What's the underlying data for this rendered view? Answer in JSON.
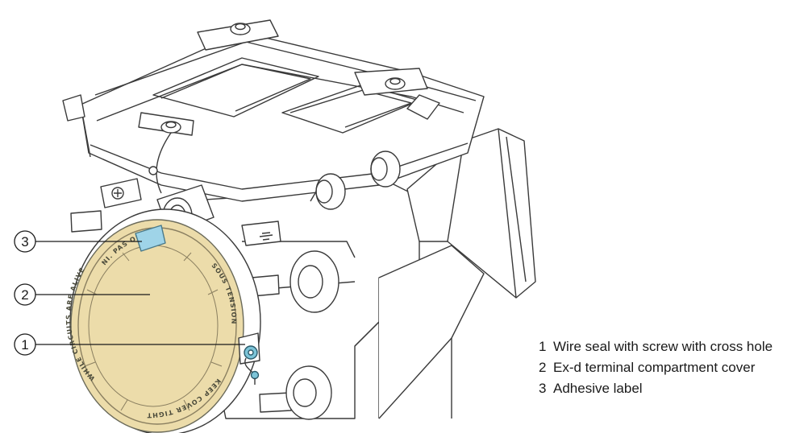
{
  "callouts": [
    {
      "number": "3",
      "target": "adhesive-label"
    },
    {
      "number": "2",
      "target": "terminal-compartment-cover"
    },
    {
      "number": "1",
      "target": "wire-seal-screw"
    }
  ],
  "legend": [
    {
      "number": "1",
      "text": "Wire seal with screw with cross hole"
    },
    {
      "number": "2",
      "text": "Ex-d terminal compartment cover"
    },
    {
      "number": "3",
      "text": "Adhesive label"
    }
  ],
  "cover_inscriptions": {
    "top": "NI. PAS OUVRIR",
    "left": "WHILE CIRCUITS ARE ALIVE",
    "right": "SOUS TENSION",
    "bottom": "KEEP COVER TIGHT"
  },
  "colors": {
    "cover_fill": "#ecdcaa",
    "label_fill": "#9fd4e8",
    "seal_fill": "#7cc4d8",
    "outline": "#3a3a3a"
  }
}
